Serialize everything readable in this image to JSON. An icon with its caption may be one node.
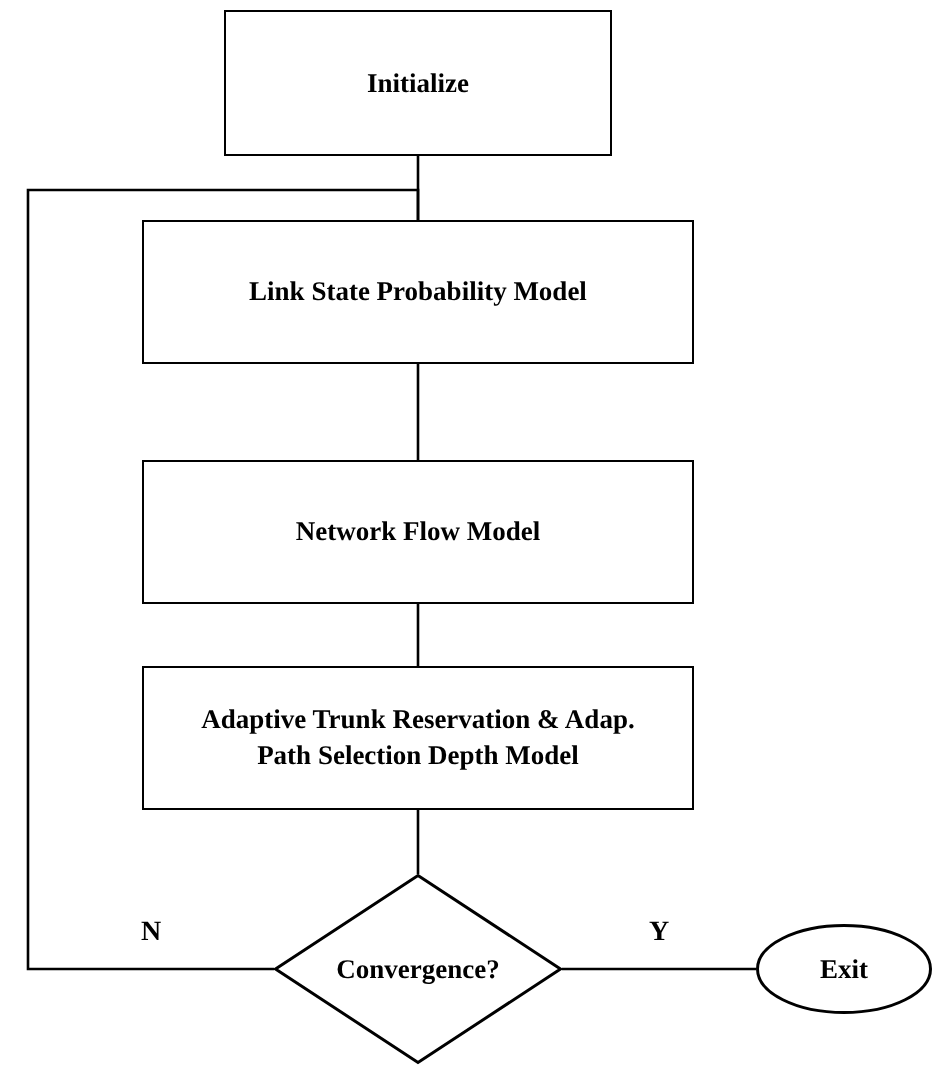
{
  "diagram": {
    "nodes": [
      {
        "text": [
          "Initialize"
        ]
      },
      {
        "text": [
          "Link State Probability Model"
        ]
      },
      {
        "text": [
          "Network Flow Model"
        ]
      },
      {
        "text": [
          "Adaptive Trunk Reservation & Adap. Path Selection Depth Model"
        ]
      },
      {
        "text": [
          "Convergence?"
        ]
      },
      {
        "text": [
          "Exit"
        ]
      }
    ],
    "edges": [
      {
        "from": 0,
        "to": 1,
        "arrow": "none"
      },
      {
        "from": 1,
        "to": 2,
        "arrow": "none"
      },
      {
        "from": 2,
        "to": 3,
        "arrow": "none"
      },
      {
        "from": 3,
        "to": 4,
        "arrow": "none"
      },
      {
        "from": 4,
        "to": 5,
        "arrow": "none",
        "label": "Y"
      },
      {
        "from": 4,
        "to": 1,
        "arrow": "none",
        "label": "N"
      }
    ]
  }
}
